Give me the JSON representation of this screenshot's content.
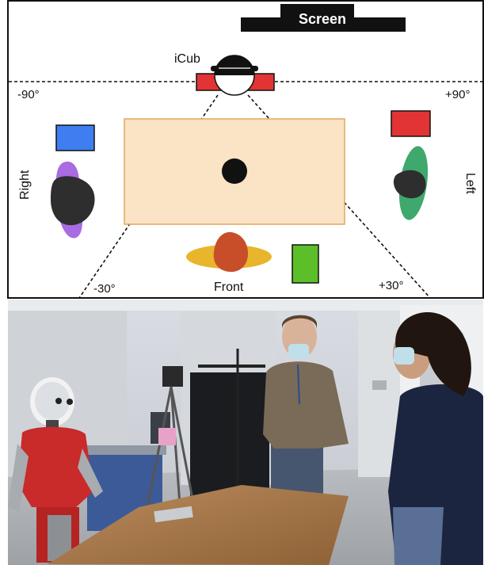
{
  "diagram": {
    "screen_label": "Screen",
    "robot_label": "iCub",
    "angle_left": "-90°",
    "angle_right": "+90°",
    "angle_front_left": "-30°",
    "angle_front_right": "+30°",
    "side_right": "Right",
    "side_left": "Left",
    "side_front": "Front"
  },
  "colors": {
    "table_fill": "#fbe3c6",
    "table_border": "#e0a858",
    "marker_blue": "#3f7ef0",
    "marker_red": "#e23434",
    "marker_green": "#5cbf2a",
    "person_right_body": "#a96be0",
    "person_left_body": "#3fa86d",
    "person_front_body": "#e8b52c",
    "person_front_head": "#c84e2a",
    "head_dark": "#2e2e2e"
  },
  "photo": {
    "description_icons": [
      "robot-icub",
      "man-with-mask",
      "woman-with-mask",
      "table",
      "coat-rack",
      "tripod"
    ]
  }
}
